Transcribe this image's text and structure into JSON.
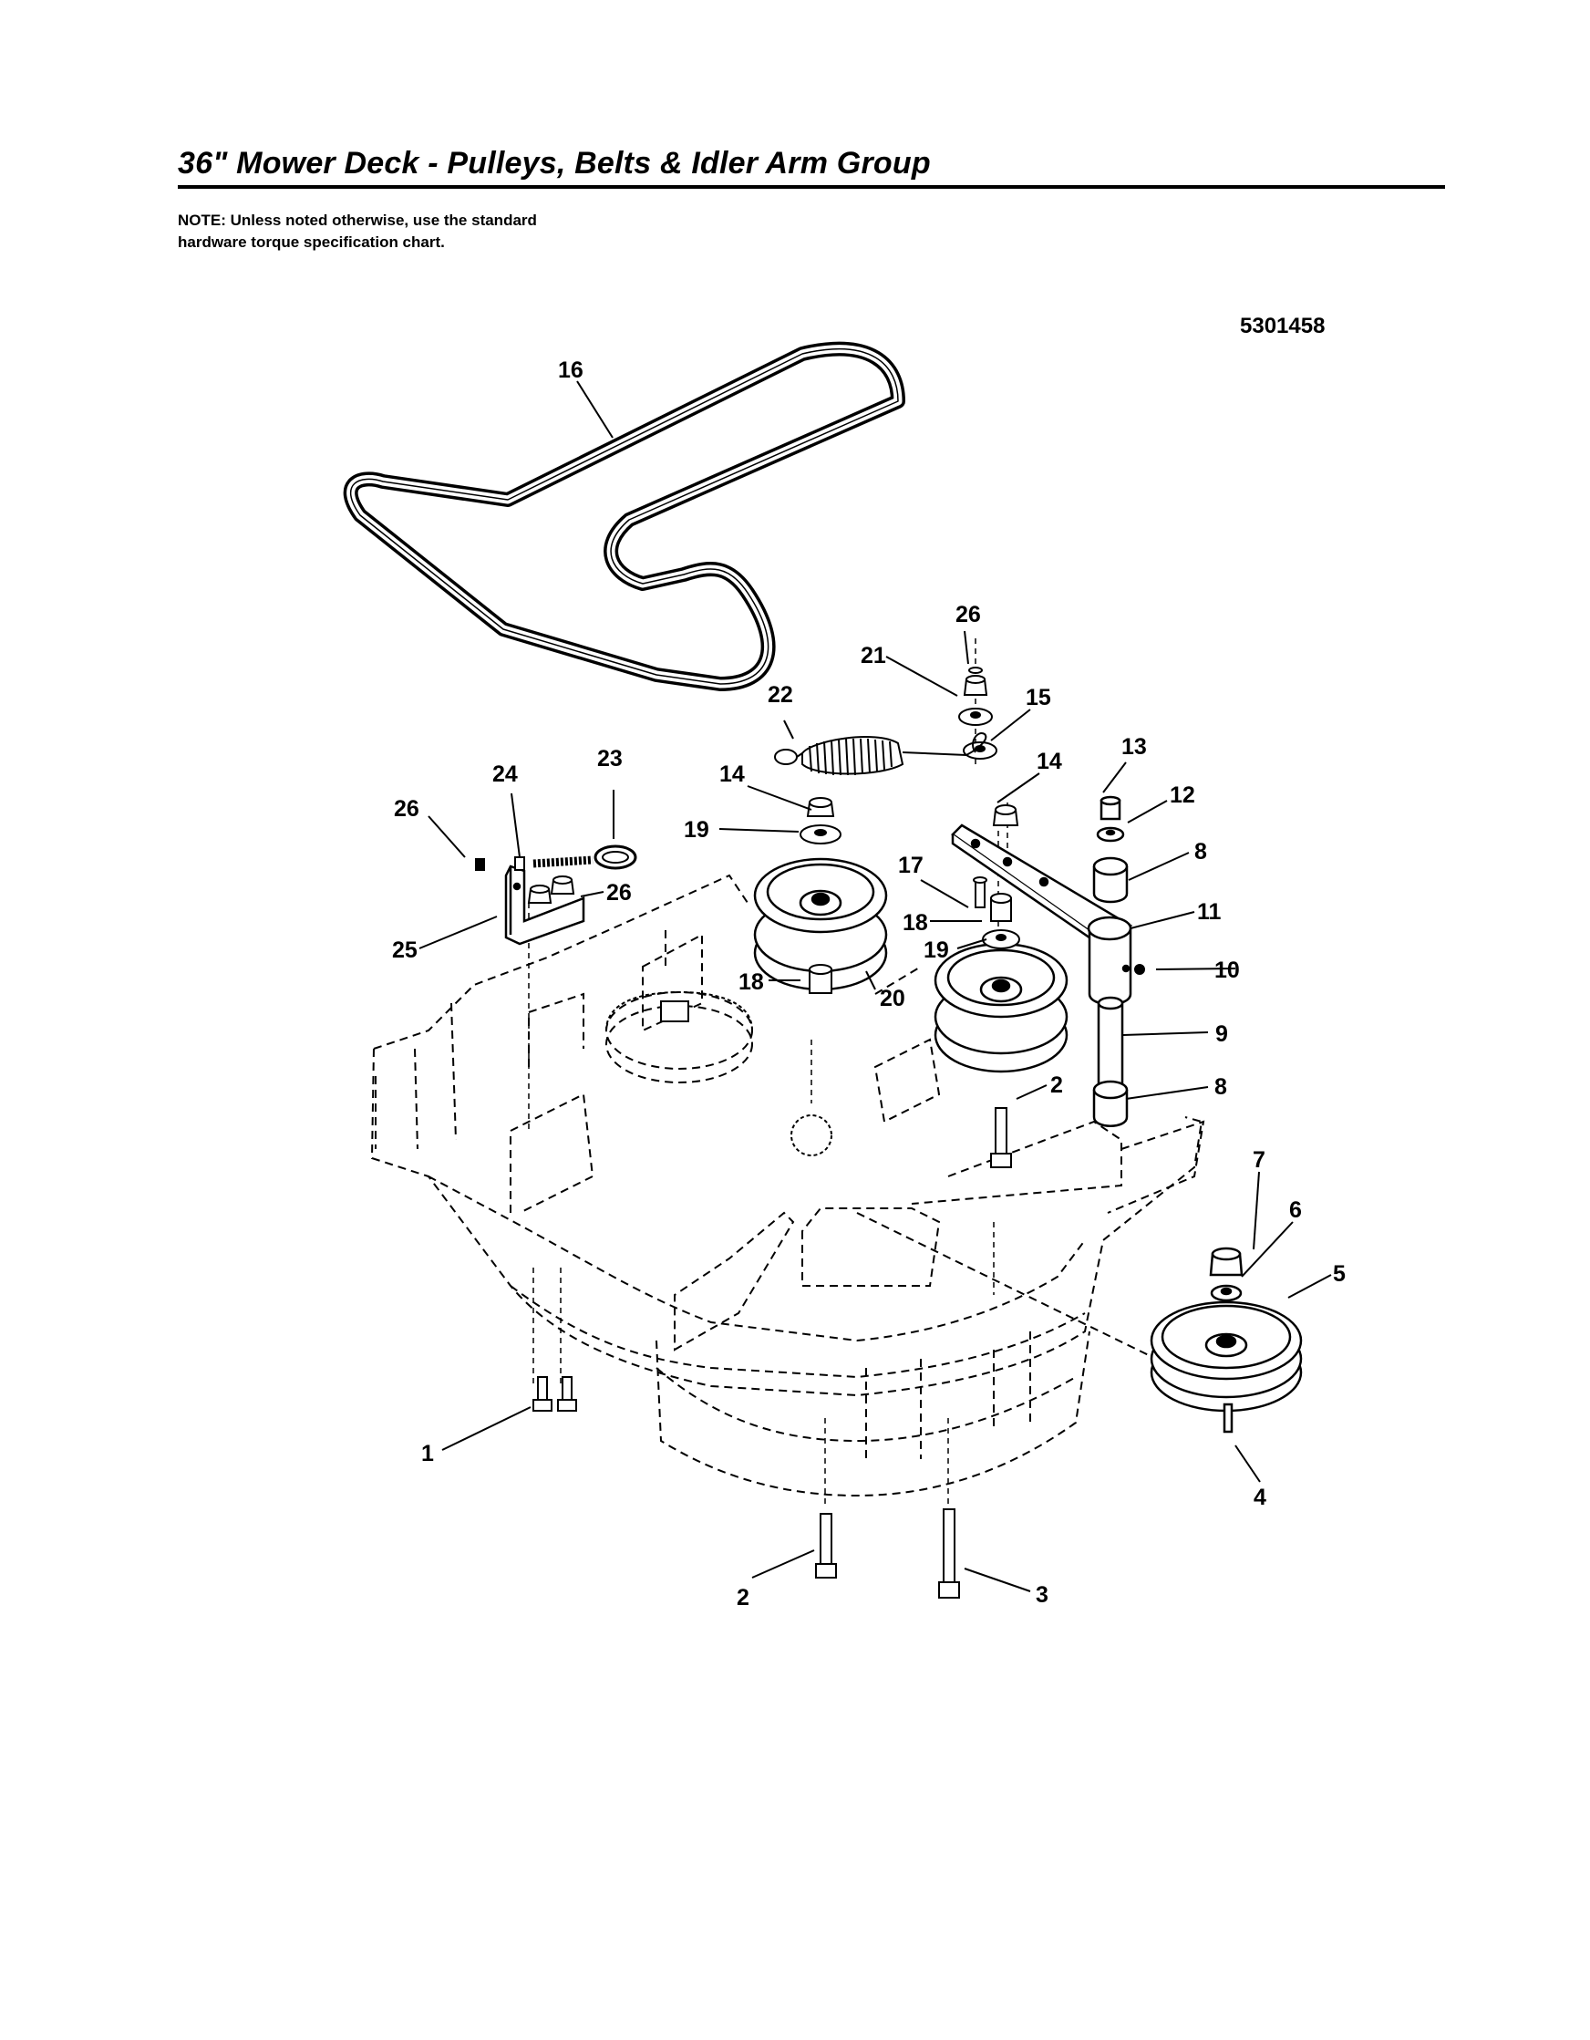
{
  "header": {
    "title": "36\" Mower Deck - Pulleys, Belts & Idler Arm Group",
    "note": "NOTE: Unless noted otherwise, use the standard hardware torque specification chart.",
    "part_number": "5301458"
  },
  "callouts": [
    {
      "id": "c16",
      "label": "16"
    },
    {
      "id": "c26a",
      "label": "26"
    },
    {
      "id": "c21",
      "label": "21"
    },
    {
      "id": "c22",
      "label": "22"
    },
    {
      "id": "c15",
      "label": "15"
    },
    {
      "id": "c13",
      "label": "13"
    },
    {
      "id": "c14a",
      "label": "14"
    },
    {
      "id": "c14b",
      "label": "14"
    },
    {
      "id": "c12",
      "label": "12"
    },
    {
      "id": "c24",
      "label": "24"
    },
    {
      "id": "c23",
      "label": "23"
    },
    {
      "id": "c26b",
      "label": "26"
    },
    {
      "id": "c19a",
      "label": "19"
    },
    {
      "id": "c8a",
      "label": "8"
    },
    {
      "id": "c17",
      "label": "17"
    },
    {
      "id": "c26c",
      "label": "26"
    },
    {
      "id": "c11",
      "label": "11"
    },
    {
      "id": "c18a",
      "label": "18"
    },
    {
      "id": "c25",
      "label": "25"
    },
    {
      "id": "c19b",
      "label": "19"
    },
    {
      "id": "c10",
      "label": "10"
    },
    {
      "id": "c18b",
      "label": "18"
    },
    {
      "id": "c20",
      "label": "20"
    },
    {
      "id": "c9",
      "label": "9"
    },
    {
      "id": "c2a",
      "label": "2"
    },
    {
      "id": "c8b",
      "label": "8"
    },
    {
      "id": "c7",
      "label": "7"
    },
    {
      "id": "c6",
      "label": "6"
    },
    {
      "id": "c5",
      "label": "5"
    },
    {
      "id": "c1",
      "label": "1"
    },
    {
      "id": "c4",
      "label": "4"
    },
    {
      "id": "c2b",
      "label": "2"
    },
    {
      "id": "c3",
      "label": "3"
    }
  ]
}
